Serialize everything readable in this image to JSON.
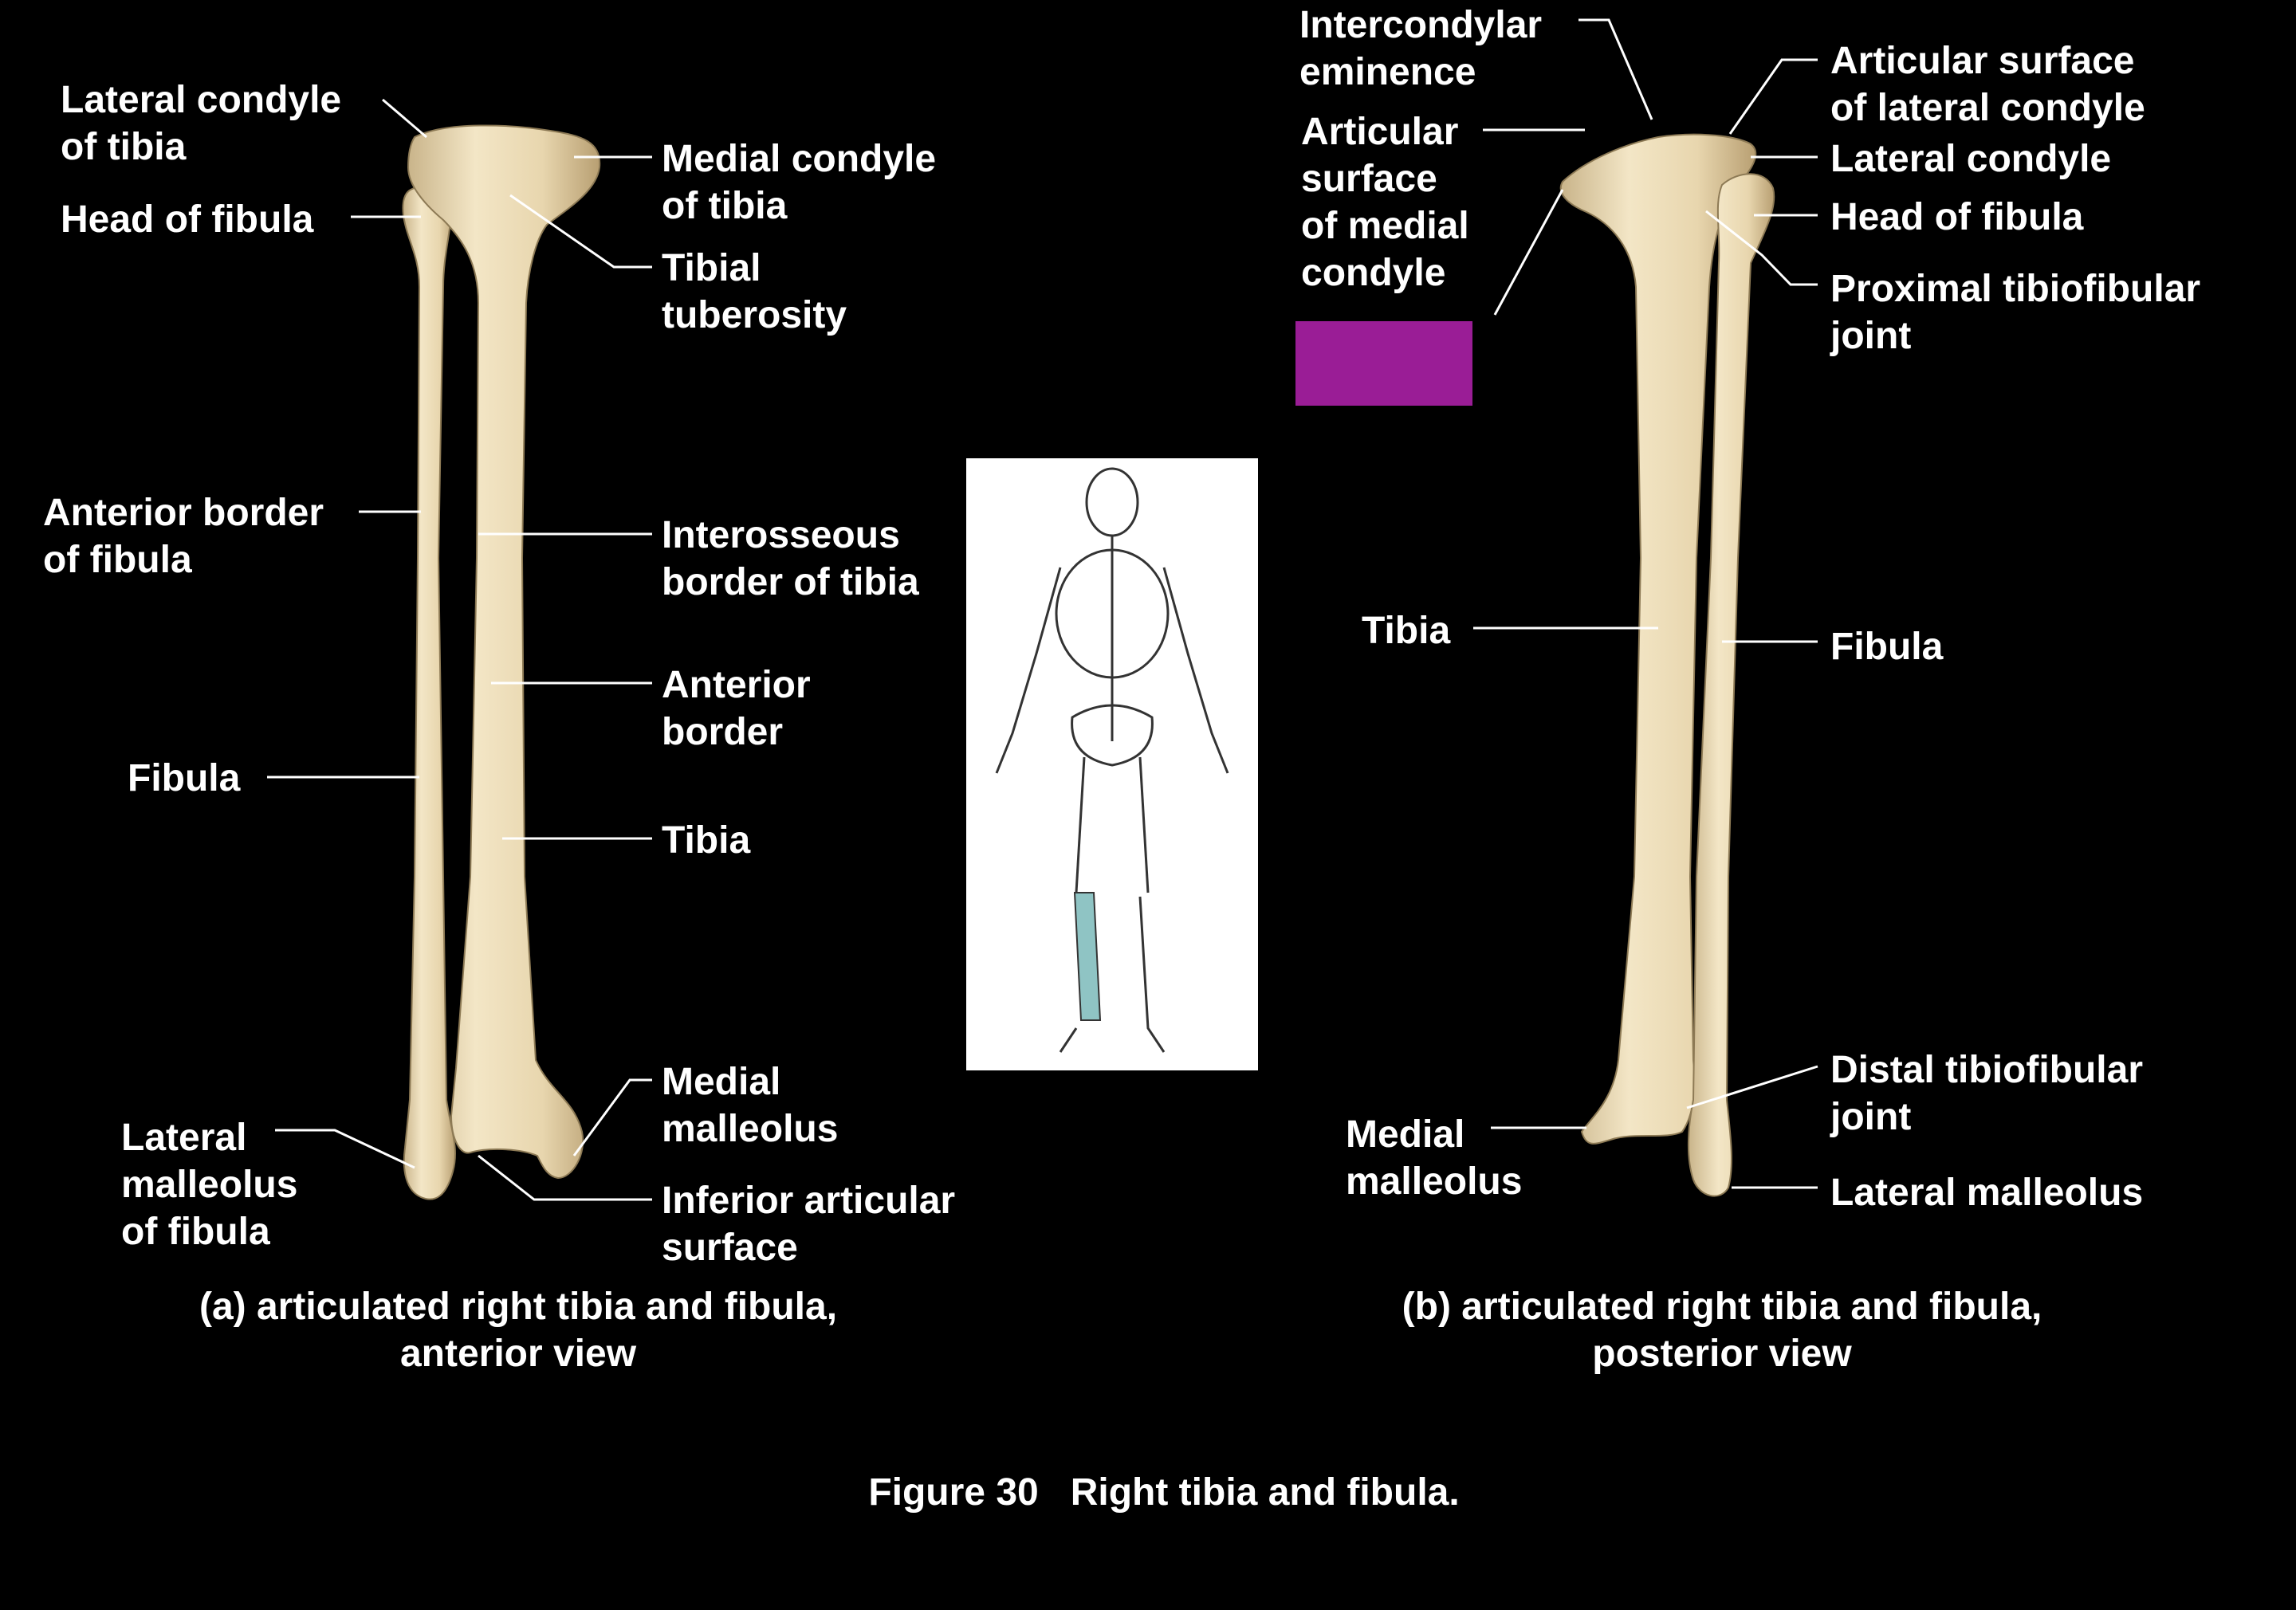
{
  "colors": {
    "background": "#000000",
    "bone": "#ecdcb6",
    "bone_shade": "#c9b48a",
    "highlighted_bone": "#8fc4c4",
    "label_text": "#ffffff",
    "leader_line": "#ffffff",
    "hidden_label_box": "#9a1d96"
  },
  "view_a": {
    "labels": {
      "lateral_condyle_tibia": [
        "Lateral condyle",
        "of tibia"
      ],
      "head_fibula": [
        "Head of fibula"
      ],
      "anterior_border_fibula": [
        "Anterior border",
        "of fibula"
      ],
      "fibula": [
        "Fibula"
      ],
      "lateral_malleolus_fibula": [
        "Lateral",
        "malleolus",
        "of fibula"
      ],
      "medial_condyle_tibia": [
        "Medial condyle",
        "of tibia"
      ],
      "tibial_tuberosity": [
        "Tibial",
        "tuberosity"
      ],
      "interosseous_border_tibia": [
        "Interosseous",
        "border of tibia"
      ],
      "anterior_border": [
        "Anterior",
        "border"
      ],
      "tibia": [
        "Tibia"
      ],
      "medial_malleolus": [
        "Medial",
        "malleolus"
      ],
      "inferior_articular_surface": [
        "Inferior articular",
        "surface"
      ]
    },
    "caption": [
      "(a) articulated right tibia and fibula,",
      "anterior view"
    ]
  },
  "view_b": {
    "labels": {
      "intercondylar_eminence": [
        "Intercondylar",
        "eminence"
      ],
      "articular_surface_medial_condyle": [
        "Articular",
        "surface",
        "of medial",
        "condyle"
      ],
      "tibia": [
        "Tibia"
      ],
      "medial_malleolus": [
        "Medial",
        "malleolus"
      ],
      "articular_surface_lateral_condyle": [
        "Articular surface",
        "of lateral condyle"
      ],
      "lateral_condyle": [
        "Lateral condyle"
      ],
      "head_fibula": [
        "Head of fibula"
      ],
      "proximal_tibiofibular_joint": [
        "Proximal tibiofibular",
        "joint"
      ],
      "fibula": [
        "Fibula"
      ],
      "distal_tibiofibular_joint": [
        "Distal tibiofibular",
        "joint"
      ],
      "lateral_malleolus": [
        "Lateral malleolus"
      ]
    },
    "caption": [
      "(b) articulated right tibia and fibula,",
      "posterior view"
    ]
  },
  "figure_caption": "Figure 30   Right tibia and fibula."
}
